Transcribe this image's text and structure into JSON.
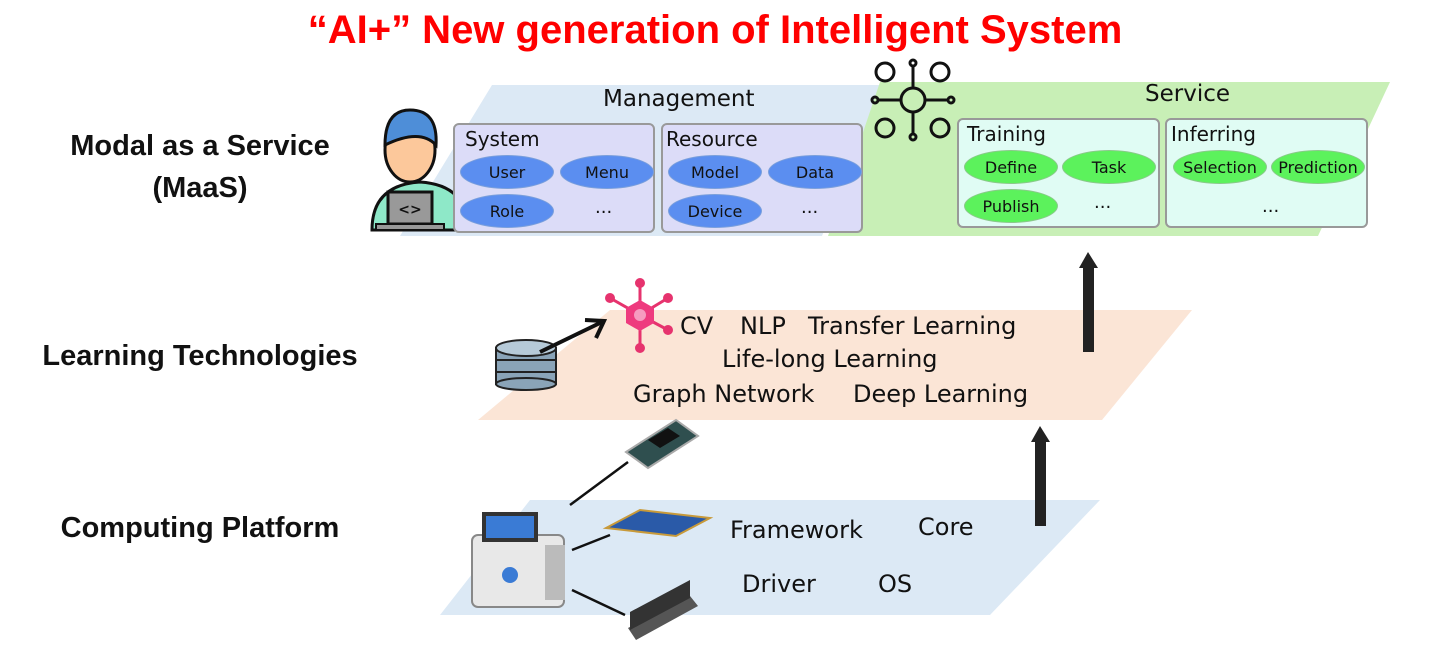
{
  "title": "“AI+” New generation of Intelligent System",
  "layers": {
    "maas": {
      "label_line1": "Modal as a Service",
      "label_line2": "(MaaS)"
    },
    "learning": {
      "label": "Learning Technologies"
    },
    "computing": {
      "label": "Computing Platform"
    }
  },
  "management": {
    "title": "Management",
    "system": {
      "title": "System",
      "items": [
        "User",
        "Menu",
        "Role"
      ],
      "more": "..."
    },
    "resource": {
      "title": "Resource",
      "items": [
        "Model",
        "Data",
        "Device"
      ],
      "more": "..."
    }
  },
  "service": {
    "title": "Service",
    "training": {
      "title": "Training",
      "items": [
        "Define",
        "Task",
        "Publish"
      ],
      "more": "..."
    },
    "inferring": {
      "title": "Inferring",
      "items": [
        "Selection",
        "Prediction"
      ],
      "more": "..."
    }
  },
  "learning_tech": [
    "CV",
    "NLP",
    "Transfer Learning",
    "Life-long Learning",
    "Graph Network",
    "Deep Learning"
  ],
  "computing_items": [
    "Framework",
    "Core",
    "Driver",
    "OS"
  ],
  "colors": {
    "title": "#ff0000",
    "management_plane": "#dce9f5",
    "service_plane": "#c8efb6",
    "learning_plane": "#fbe5d6",
    "computing_plane": "#dce9f5"
  }
}
